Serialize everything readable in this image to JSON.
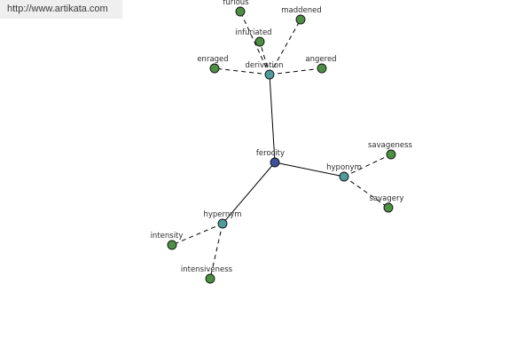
{
  "watermark": {
    "text": "http://www.artikata.com"
  },
  "graph": {
    "center": {
      "label": "ferocity"
    },
    "relations": {
      "derivation": {
        "label": "derivation"
      },
      "hyponym": {
        "label": "hyponym"
      },
      "hypernym": {
        "label": "hypernym"
      }
    },
    "leaves": {
      "furious": {
        "label": "furious"
      },
      "maddened": {
        "label": "maddened"
      },
      "infuriated": {
        "label": "infuriated"
      },
      "enraged": {
        "label": "enraged"
      },
      "angered": {
        "label": "angered"
      },
      "savageness": {
        "label": "savageness"
      },
      "savagery": {
        "label": "savagery"
      },
      "intensity": {
        "label": "intensity"
      },
      "intensiveness": {
        "label": "intensiveness"
      }
    },
    "colors": {
      "center": "#3f4f99",
      "relation": "#4f9a9a",
      "leaf": "#4d8f43"
    }
  }
}
